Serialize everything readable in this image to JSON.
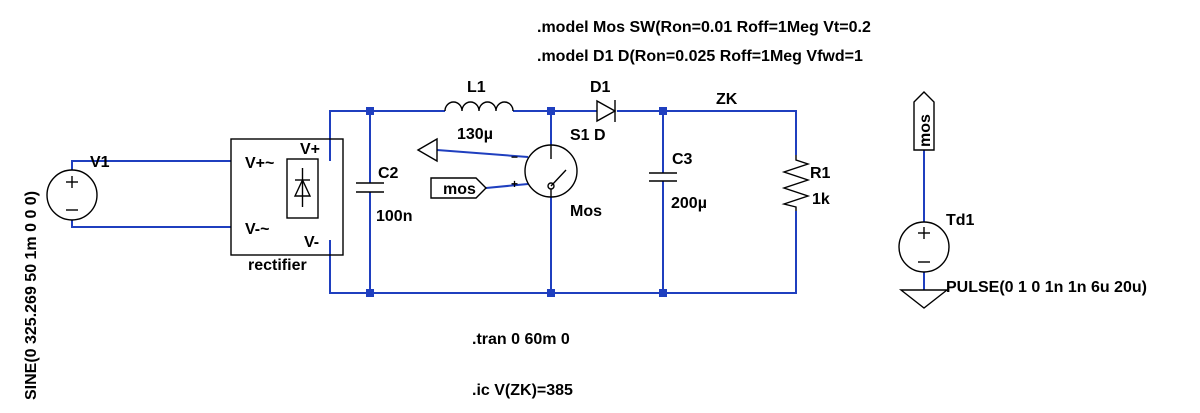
{
  "directives": {
    "model_mos": ".model Mos SW(Ron=0.01 Roff=1Meg Vt=0.2",
    "model_d1": ".model D1 D(Ron=0.025 Roff=1Meg Vfwd=1",
    "tran": ".tran 0 60m 0",
    "ic": ".ic V(ZK)=385"
  },
  "net_labels": {
    "zk": "ZK"
  },
  "sources": {
    "v1": {
      "name": "V1",
      "value": "SINE(0 325.269 50 1m 0 0 0)"
    },
    "td1": {
      "name": "Td1",
      "value": "PULSE(0 1 0 1n 1n 6u 20u)"
    }
  },
  "rectifier": {
    "name": "rectifier",
    "pin_vin_pos": "V+~",
    "pin_vin_neg": "V-~",
    "pin_vout_pos": "V+",
    "pin_vout_neg": "V-"
  },
  "components": {
    "l1": {
      "name": "L1",
      "value": "130µ"
    },
    "d1": {
      "name": "D1",
      "value": "D"
    },
    "s1": {
      "name": "S1",
      "value": "Mos",
      "pin_minus": "−",
      "pin_plus": "+"
    },
    "c2": {
      "name": "C2",
      "value": "100n"
    },
    "c3": {
      "name": "C3",
      "value": "200µ"
    },
    "r1": {
      "name": "R1",
      "value": "1k"
    }
  },
  "ports": {
    "mos_in": "mos",
    "mos_out": "mos"
  },
  "colors": {
    "wire": "#1f3fbf",
    "component": "#000000",
    "background": "#ffffff"
  }
}
